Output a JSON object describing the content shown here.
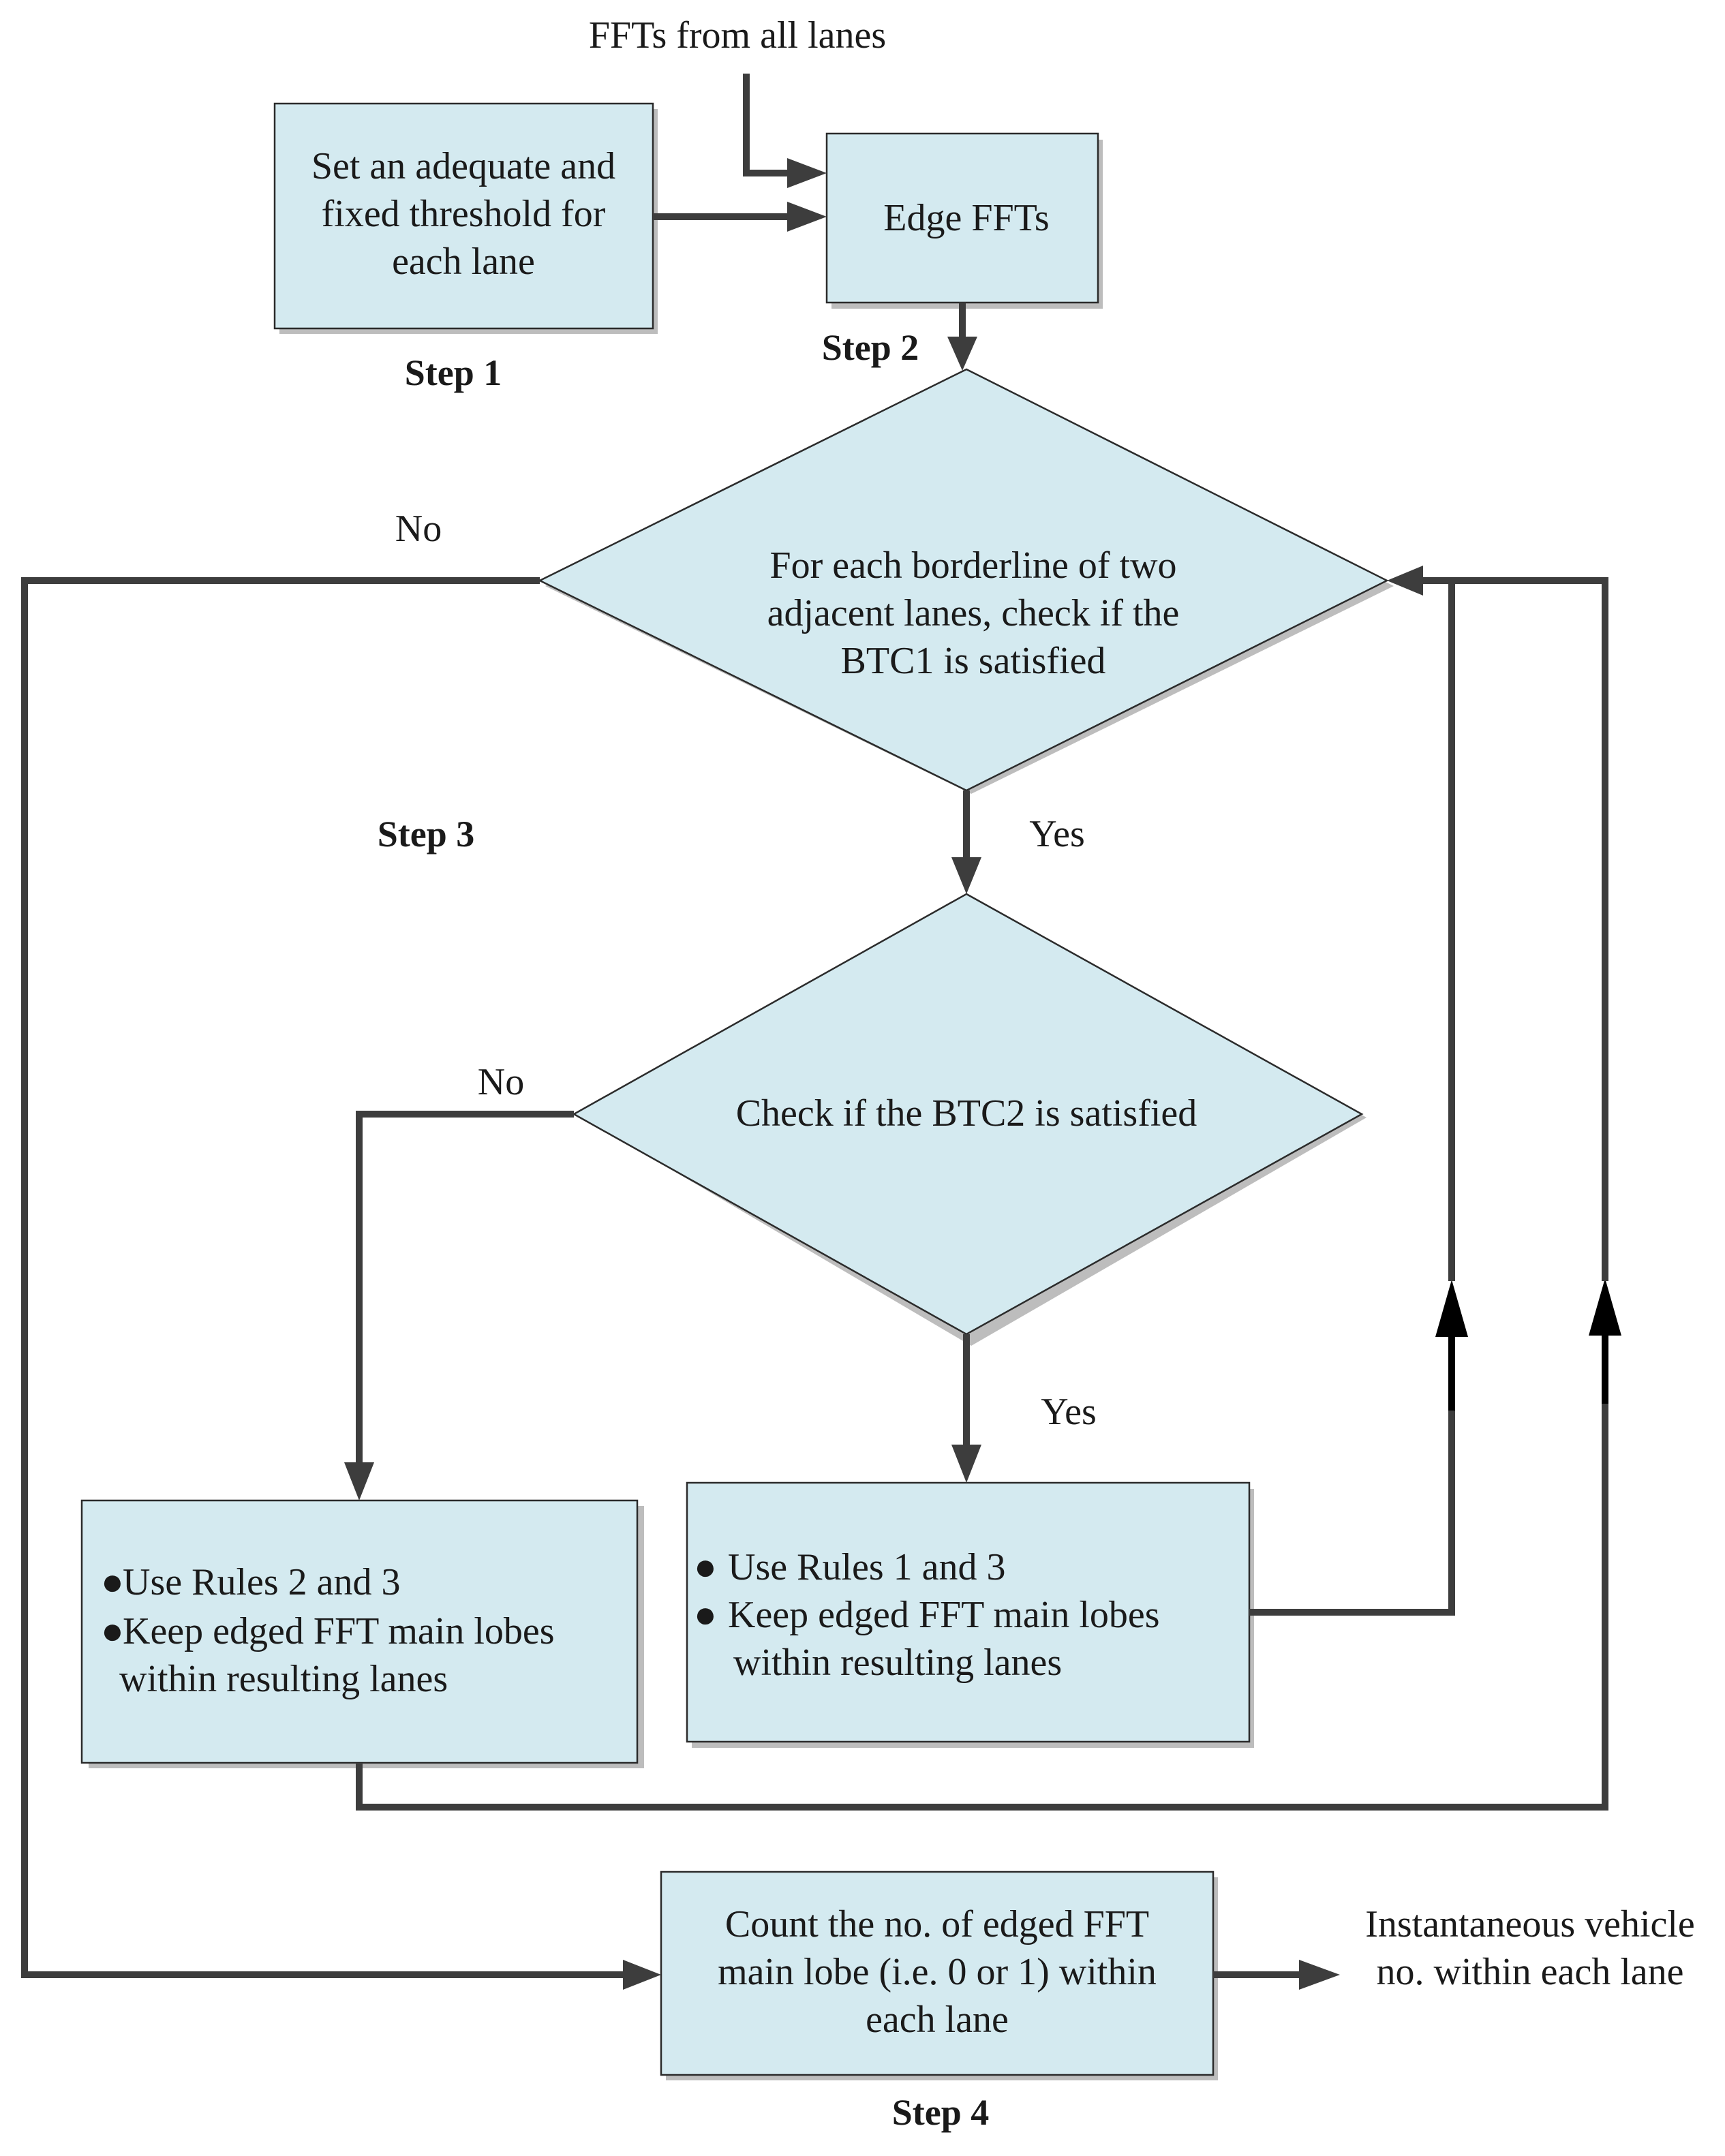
{
  "inputs": {
    "fft_source": "FFTs from all lanes"
  },
  "steps": {
    "step1": "Step 1",
    "step2": "Step 2",
    "step3": "Step 3",
    "step4": "Step 4"
  },
  "nodes": {
    "threshold": [
      "Set an adequate and",
      "fixed threshold for",
      "each lane"
    ],
    "edge_ffts": "Edge FFTs",
    "btc1": [
      "For each borderline of two",
      "adjacent lanes, check if the",
      "BTC1 is satisfied"
    ],
    "btc2": "Check if the BTC2 is satisfied",
    "rules23": [
      "Use Rules 2 and 3",
      "Keep  edged FFT main  lobes",
      "within resulting lanes"
    ],
    "rules13": [
      "Use Rules 1 and 3",
      "Keep  edged FFT main lobes",
      "within resulting lanes"
    ],
    "count": [
      "Count the no. of edged  FFT",
      "main lobe (i.e. 0 or 1) within",
      "each lane"
    ]
  },
  "labels": {
    "btc1_no": "No",
    "btc1_yes": "Yes",
    "btc2_no": "No",
    "btc2_yes": "Yes",
    "bullet": "●"
  },
  "output": [
    "Instantaneous vehicle",
    "no. within each lane"
  ]
}
